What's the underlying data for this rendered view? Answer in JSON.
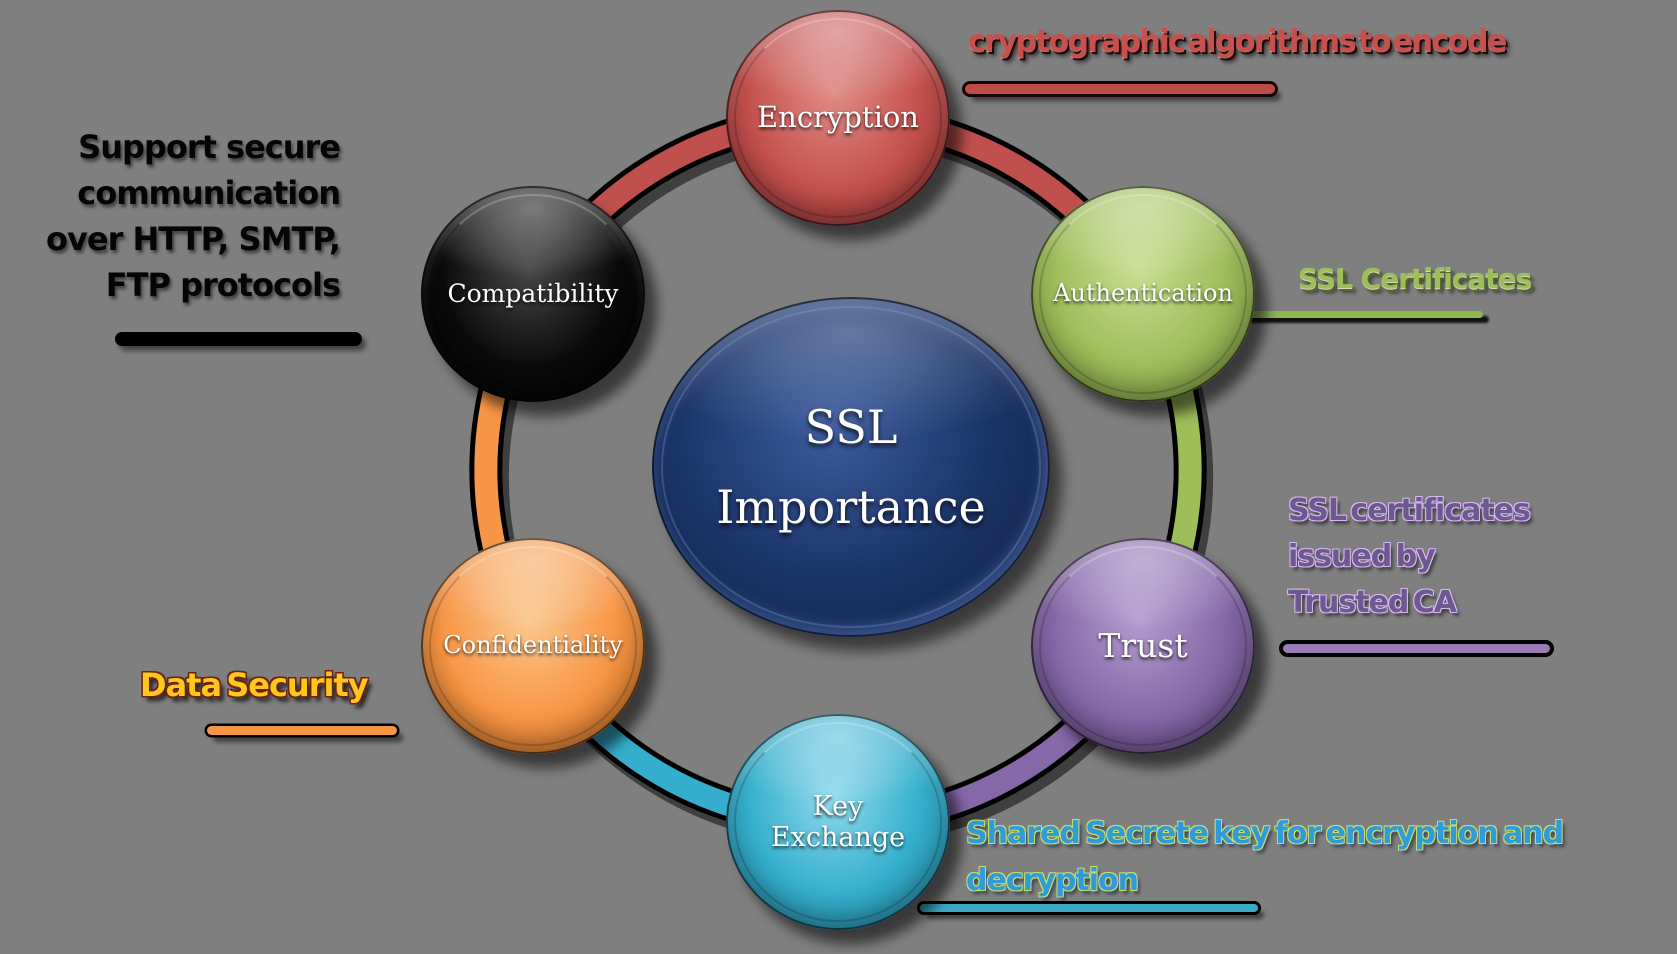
{
  "diagram_title": "SSL Importance",
  "background_color": "#7F7F7F",
  "center": {
    "label_lines": [
      "SSL",
      "Importance"
    ],
    "color": "#1B3569",
    "light": "#3D5C9E",
    "dark": "#0E1C3D"
  },
  "nodes": [
    {
      "label": "Encryption",
      "color": "#C4514E",
      "light": "#E08B86",
      "dark": "#7E2B29"
    },
    {
      "label": "Authentication",
      "color": "#9EBE59",
      "light": "#C9DE92",
      "dark": "#6E8C3A"
    },
    {
      "label": "Trust",
      "color": "#8667A8",
      "light": "#B49CCD",
      "dark": "#57406F"
    },
    {
      "label": "Key Exchange",
      "color": "#35AFCD",
      "light": "#90DAEB",
      "dark": "#1F7A94"
    },
    {
      "label": "Confidentiality",
      "color": "#F79646",
      "light": "#FBC88E",
      "dark": "#B5641C"
    },
    {
      "label": "Compatibility",
      "color": "#0B0B0B",
      "light": "#474747",
      "dark": "#000000"
    }
  ],
  "ring": {
    "segments": [
      {
        "from": "Compatibility",
        "to": "Encryption",
        "color": "#C0504D"
      },
      {
        "from": "Encryption",
        "to": "Authentication",
        "color": "#C0504D"
      },
      {
        "from": "Authentication",
        "to": "Trust",
        "color": "#9EBE59"
      },
      {
        "from": "Trust",
        "to": "Key Exchange",
        "color": "#8667A8"
      },
      {
        "from": "Key Exchange",
        "to": "Confidentiality",
        "color": "#35AFCD"
      },
      {
        "from": "Confidentiality",
        "to": "Compatibility",
        "color": "#F79646"
      }
    ]
  },
  "annotations": [
    {
      "for": "Encryption",
      "lines": [
        "cryptographic algorithms to encode"
      ],
      "color": "#C8504C",
      "underline_color": "#BF4B48"
    },
    {
      "for": "Authentication",
      "lines": [
        "SSL Certificates"
      ],
      "color": "#9EBE59",
      "underline_color": "#8FB84E"
    },
    {
      "for": "Trust",
      "lines": [
        "SSL certificates",
        "issued by",
        "Trusted CA"
      ],
      "color": "#6E5890",
      "underline_color": "#9B7BB8"
    },
    {
      "for": "Key Exchange",
      "lines": [
        "Shared Secrete key for encryption and",
        "decryption"
      ],
      "color": "#2F9BD8",
      "underline_color": "#3BAAC6"
    },
    {
      "for": "Confidentiality",
      "lines": [
        "Data Security"
      ],
      "color": "#FFC61E",
      "underline_color": "#F79646"
    },
    {
      "for": "Compatibility",
      "lines": [
        "Support secure",
        "communication",
        "over HTTP, SMTP,",
        "FTP protocols"
      ],
      "color": "#050505",
      "underline_color": "#000000"
    }
  ]
}
